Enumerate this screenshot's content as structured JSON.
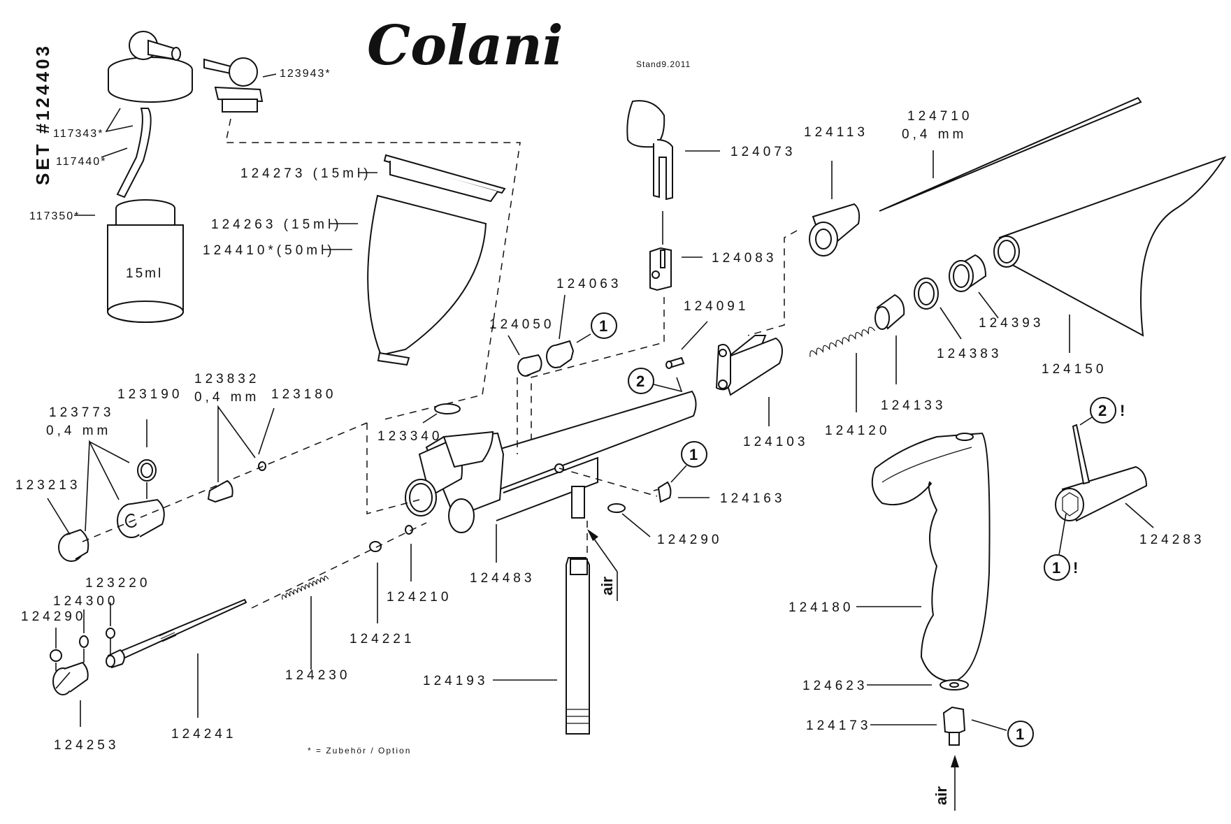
{
  "header": {
    "brand": "Colani",
    "stand": "Stand9.2011",
    "set_label": "SET #124403"
  },
  "footnote": "* = Zubehör / Option",
  "labels": {
    "p123943": "123943*",
    "p117343": "117343*",
    "p117440": "117440*",
    "p117350": "117350*",
    "jar_volume": "15ml",
    "p124273": "124273 (15ml)",
    "p124263": "124263 (15ml)",
    "p124410": "124410*(50ml)",
    "p124073": "124073",
    "p124083": "124083",
    "p124113": "124113",
    "p124710": "124710",
    "p124710_size": "0,4 mm",
    "p124063": "124063",
    "p124050": "124050",
    "p124091": "124091",
    "p124103": "124103",
    "p124120": "124120",
    "p124133": "124133",
    "p124383": "124383",
    "p124393": "124393",
    "p124150": "124150",
    "p123773": "123773",
    "p123773_size": "0,4 mm",
    "p123190": "123190",
    "p123832": "123832",
    "p123832_size": "0,4 mm",
    "p123180": "123180",
    "p123213": "123213",
    "p123340": "123340",
    "p124163": "124163",
    "p124290a": "124290",
    "p124483": "124483",
    "p124210": "124210",
    "p124221": "124221",
    "p124230": "124230",
    "p124241": "124241",
    "p123220": "123220",
    "p124300": "124300",
    "p124290b": "124290",
    "p124253": "124253",
    "p124193": "124193",
    "p124180": "124180",
    "p124623": "124623",
    "p124173": "124173",
    "p124283": "124283"
  },
  "callouts": {
    "c1_top": "1",
    "c2_mid": "2",
    "c1_mid": "1",
    "c2_tool": "2",
    "c1_tool": "1",
    "c1_bottom": "1",
    "tool_mark": "!"
  },
  "air_labels": {
    "air_center": "air",
    "air_bottom": "air"
  }
}
